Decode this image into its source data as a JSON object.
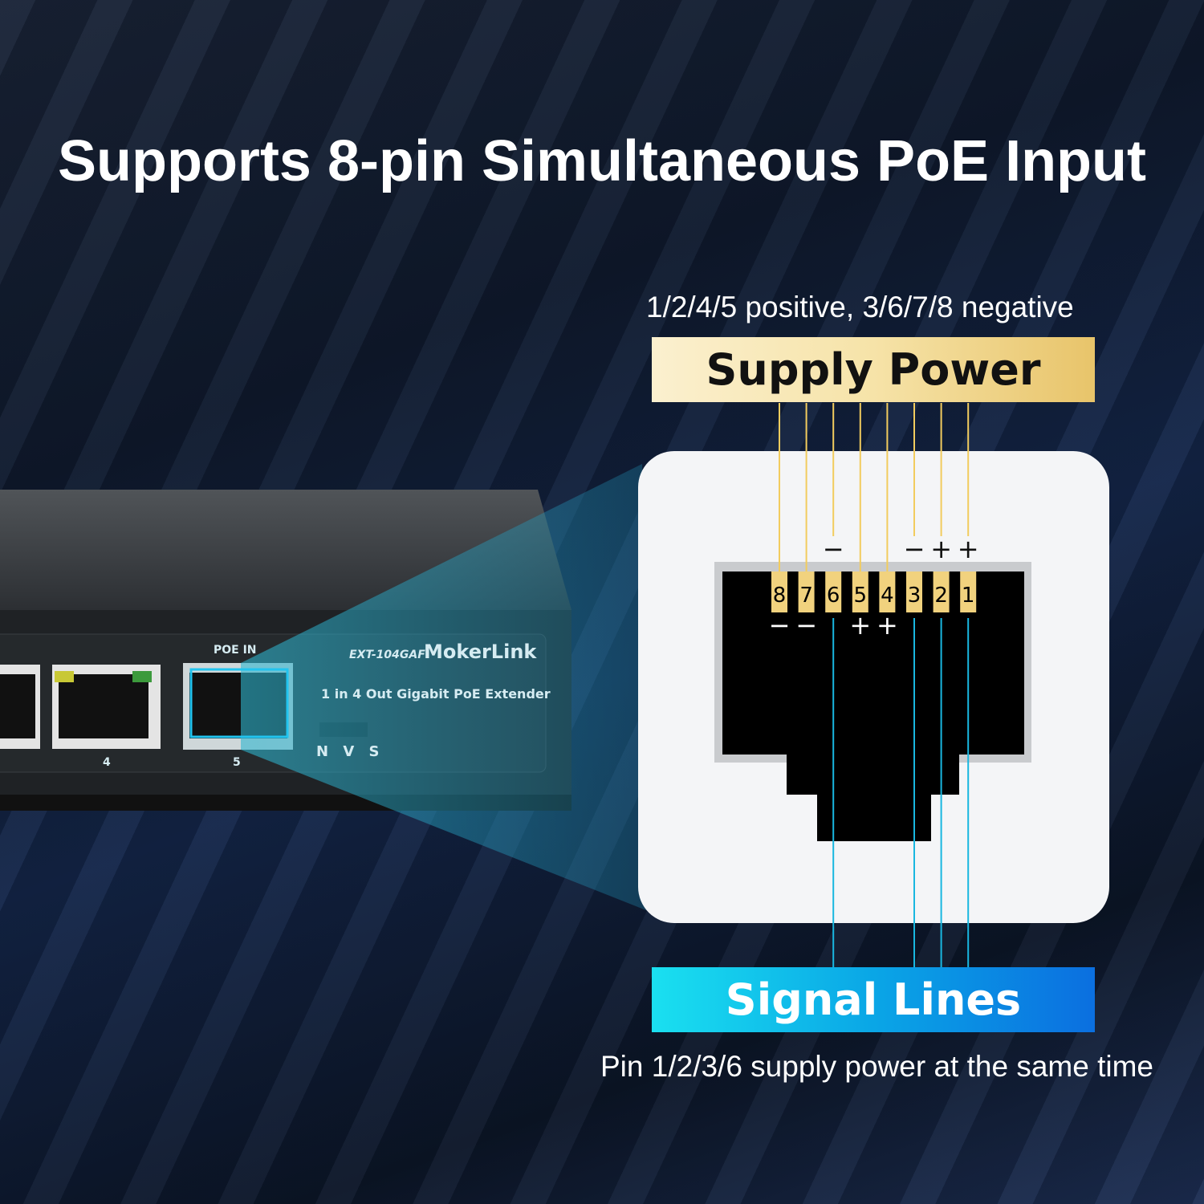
{
  "title": "Supports 8-pin Simultaneous PoE Input",
  "polarity_note": "1/2/4/5 positive, 3/6/7/8 negative",
  "supply_label": "Supply Power",
  "signal_label": "Signal Lines",
  "bottom_note": "Pin 1/2/3/6 supply power at the same time",
  "device": {
    "model": "EXT-104GAF",
    "brand": "MokerLink",
    "description": "1 in 4 Out Gigabit PoE Extender",
    "poe_in": "POE IN",
    "port4": "4",
    "port5": "5",
    "switch_labels": "N V S"
  },
  "pins": [
    {
      "n": "8",
      "sign": "−",
      "pos": "below",
      "signal": false
    },
    {
      "n": "7",
      "sign": "−",
      "pos": "below",
      "signal": false
    },
    {
      "n": "6",
      "sign": "−",
      "pos": "above",
      "signal": true
    },
    {
      "n": "5",
      "sign": "+",
      "pos": "below",
      "signal": false
    },
    {
      "n": "4",
      "sign": "+",
      "pos": "below",
      "signal": false
    },
    {
      "n": "3",
      "sign": "−",
      "pos": "above",
      "signal": true
    },
    {
      "n": "2",
      "sign": "+",
      "pos": "above",
      "signal": true
    },
    {
      "n": "1",
      "sign": "+",
      "pos": "above",
      "signal": true
    }
  ],
  "colors": {
    "gold": "#f2cc5e",
    "cyan": "#19b7e0"
  }
}
